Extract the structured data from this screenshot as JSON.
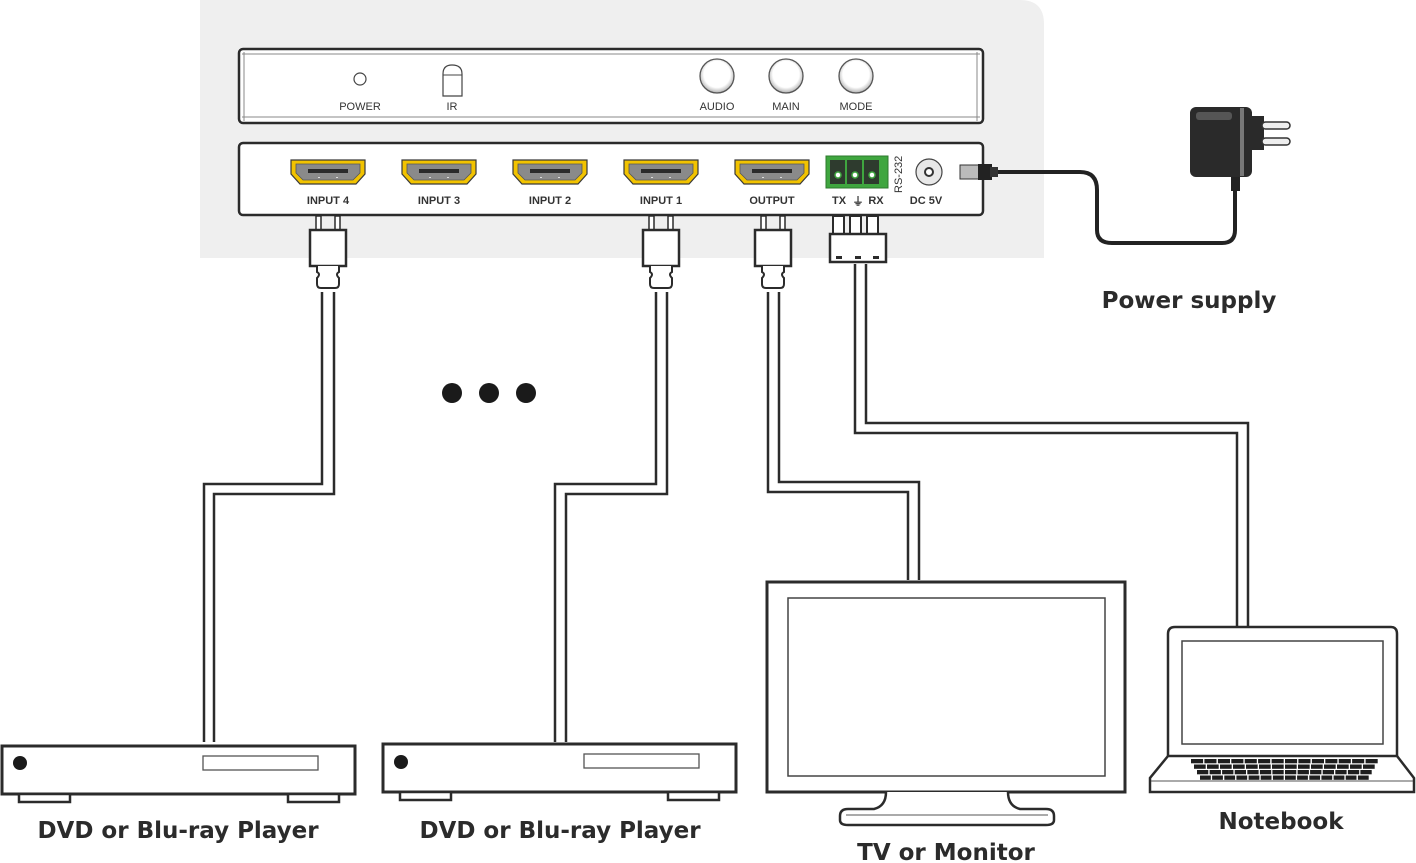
{
  "diagram": {
    "title": "HDMI 4x1 Switcher Connection Diagram",
    "front_panel": {
      "indicators": [
        {
          "label": "POWER",
          "icon": "power-led-icon"
        },
        {
          "label": "IR",
          "icon": "ir-sensor-icon"
        }
      ],
      "buttons": [
        {
          "label": "AUDIO"
        },
        {
          "label": "MAIN"
        },
        {
          "label": "MODE"
        }
      ]
    },
    "rear_panel": {
      "hdmi_ports": [
        {
          "label": "INPUT 4",
          "connected": true
        },
        {
          "label": "INPUT 3",
          "connected": false
        },
        {
          "label": "INPUT 2",
          "connected": false
        },
        {
          "label": "INPUT 1",
          "connected": true
        },
        {
          "label": "OUTPUT",
          "connected": true
        }
      ],
      "rs232": {
        "label": "RS-232",
        "pins": [
          "TX",
          "⏚",
          "RX"
        ]
      },
      "dc": {
        "label": "DC 5V"
      }
    },
    "devices": {
      "source_1": {
        "label": "DVD or Blu-ray Player"
      },
      "source_2": {
        "label": "DVD or Blu-ray Player"
      },
      "display": {
        "label": "TV or Monitor"
      },
      "notebook": {
        "label": "Notebook"
      },
      "power": {
        "label": "Power supply"
      }
    },
    "ellipsis": "more sources",
    "colors": {
      "hdmi_gold": "#f2c300",
      "hdmi_gray": "#8a8a8a",
      "terminal_green": "#3fa63f",
      "panel_bg": "#efefef",
      "line": "#2b2b2b"
    }
  }
}
